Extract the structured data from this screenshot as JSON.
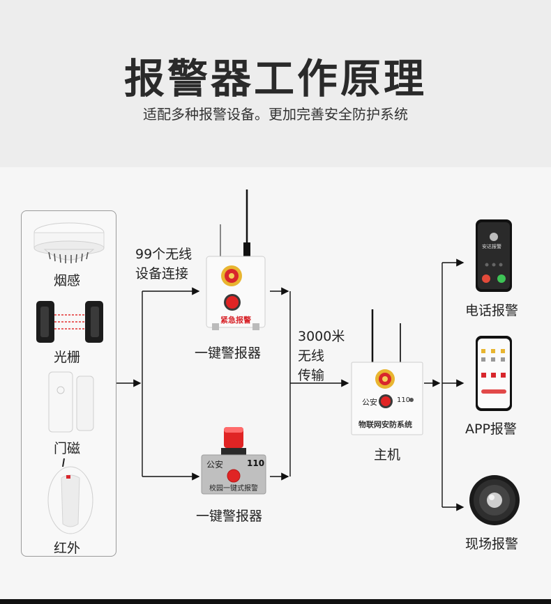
{
  "header": {
    "title": "报警器工作原理",
    "subtitle": "适配多种报警设备。更加完善安全防护系统"
  },
  "sensors": {
    "smoke": "烟感",
    "beam": "光栅",
    "door": "门磁",
    "infrared": "红外"
  },
  "links": {
    "wireless_99_line1": "99个无线",
    "wireless_99_line2": "设备连接",
    "wireless_3000_line1": "3000米",
    "wireless_3000_line2": "无线",
    "wireless_3000_line3": "传输"
  },
  "alarms": {
    "top_label": "一键警报器",
    "top_panel_text": "紧急报警",
    "bottom_label": "一键警报器",
    "bottom_panel_left": "公安",
    "bottom_panel_right": "110",
    "bottom_panel_caption": "校园一键式报警"
  },
  "host": {
    "label": "主机",
    "panel_left": "公安",
    "panel_right": "110",
    "panel_caption": "物联网安防系统"
  },
  "outputs": {
    "phone": "电话报警",
    "app": "APP报警",
    "speaker": "现场报警",
    "phone_screen_text": "安达报警"
  },
  "colors": {
    "badge_red": "#d8262c",
    "badge_gold": "#e8b530",
    "button_red": "#e02424"
  }
}
